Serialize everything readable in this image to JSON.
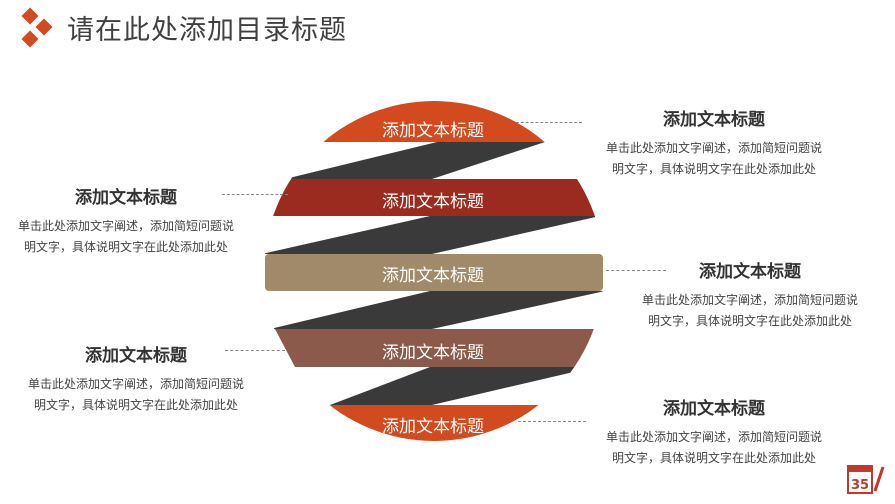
{
  "header": {
    "title": "请在此处添加目录标题",
    "accent": "#d24a1e"
  },
  "bands": [
    {
      "label": "添加文本标题",
      "color": "#d24a1e"
    },
    {
      "label": "添加文本标题",
      "color": "#9b2b1e"
    },
    {
      "label": "添加文本标题",
      "color": "#a18a6a"
    },
    {
      "label": "添加文本标题",
      "color": "#8b5a4b"
    },
    {
      "label": "添加文本标题",
      "color": "#d24a1e"
    }
  ],
  "connector_color": "#3a3a3a",
  "items": [
    {
      "title": "添加文本标题",
      "desc": "单击此处添加文字阐述，添加简短问题说明文字，具体说明文字在此处添加此处"
    },
    {
      "title": "添加文本标题",
      "desc": "单击此处添加文字阐述，添加简短问题说明文字，具体说明文字在此处添加此处"
    },
    {
      "title": "添加文本标题",
      "desc": "单击此处添加文字阐述，添加简短问题说明文字，具体说明文字在此处添加此处"
    },
    {
      "title": "添加文本标题",
      "desc": "单击此处添加文字阐述，添加简短问题说明文字，具体说明文字在此处添加此处"
    },
    {
      "title": "添加文本标题",
      "desc": "单击此处添加文字阐述，添加简短问题说明文字，具体说明文字在此处添加此处"
    }
  ],
  "page_icon": {
    "number": "35"
  }
}
